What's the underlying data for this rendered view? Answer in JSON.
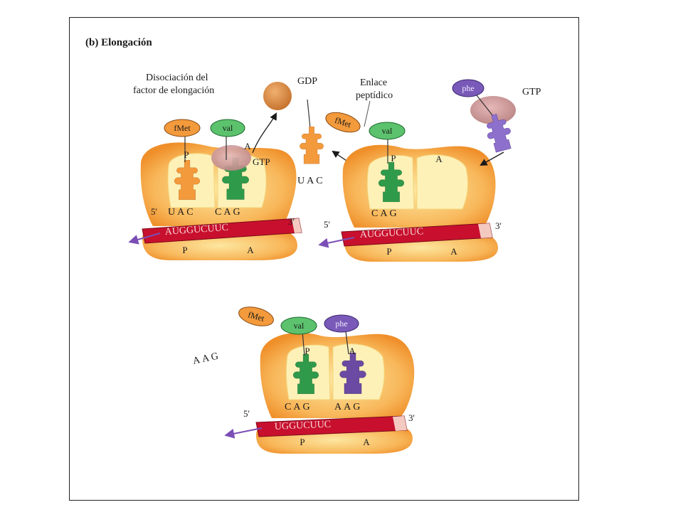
{
  "header": {
    "title": "(b)  Elongación"
  },
  "annotations": {
    "dissociation": [
      "Disociación del",
      "factor de elongación"
    ],
    "peptide_bond": [
      "Enlace",
      "peptídico"
    ],
    "gdp": "GDP",
    "gtp_top": "GTP",
    "gtp_bound": "GTP",
    "released_anticodon": "UAC",
    "free_codon": "AAG"
  },
  "ribosome1": {
    "aa_p": "fMet",
    "aa_a": "val",
    "site_p_top": "P",
    "site_a_top": "A",
    "anticodon_p": "UAC",
    "anticodon_a": "CAG",
    "five_prime": "5'",
    "three_prime": "3'",
    "mrna": "AUGGUCUUC",
    "site_p_bottom": "P",
    "site_a_bottom": "A"
  },
  "ribosome2": {
    "aa_chain": "fMet",
    "aa_p": "val",
    "aa_incoming": "phe",
    "site_p_top": "P",
    "site_a_top": "A",
    "anticodon_p": "CAG",
    "five_prime": "5'",
    "three_prime": "3'",
    "mrna": "AUGGUCUUC",
    "site_p_bottom": "P",
    "site_a_bottom": "A"
  },
  "ribosome3": {
    "aa_chain": "fMet",
    "aa_p": "val",
    "aa_a": "phe",
    "site_p_top": "P",
    "site_a_top": "A",
    "anticodon_p": "CAG",
    "anticodon_a": "AAG",
    "five_prime": "5'",
    "three_prime": "3'",
    "mrna": "UGGUCUUC",
    "site_p_bottom": "P",
    "site_a_bottom": "A"
  },
  "colors": {
    "ribosome": "#f6a94a",
    "ribosome_inner": "#fdf1b8",
    "mrna": "#c8102e",
    "trna_orange": "#f39a3c",
    "trna_green": "#2f9a4a",
    "trna_purple": "#6b4aa3",
    "ef_factor": "#c98d8d",
    "gdp_ball": "#d9863a",
    "arrow_purple": "#7b4fb5"
  }
}
